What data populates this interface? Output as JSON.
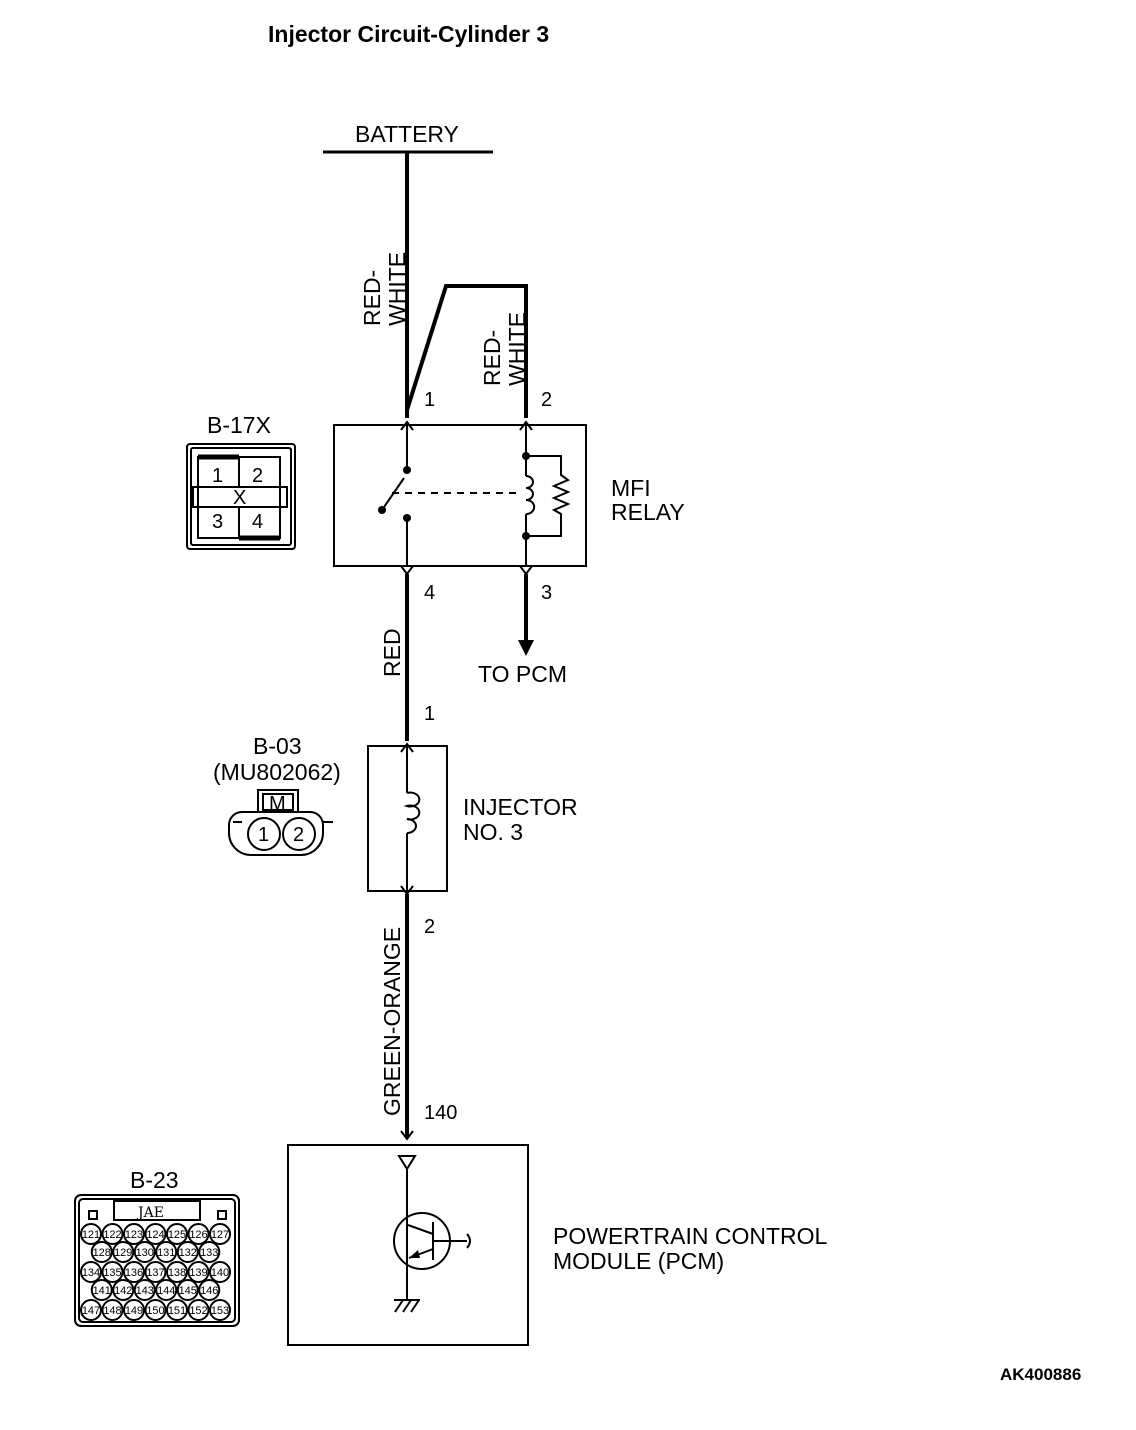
{
  "title": "Injector Circuit-Cylinder 3",
  "battery_label": "BATTERY",
  "wires": {
    "battery_to_relay_pin1": "RED-\nWHITE",
    "battery_to_relay_pin2": "RED-\nWHITE",
    "relay_to_injector": "RED",
    "injector_to_pcm": "GREEN-ORANGE"
  },
  "relay": {
    "name_line1": "MFI",
    "name_line2": "RELAY",
    "pins": [
      "1",
      "2",
      "4",
      "3"
    ],
    "to_pcm": "TO PCM"
  },
  "relay_connector": {
    "code": "B-17X",
    "pins": [
      "1",
      "2",
      "3",
      "4"
    ],
    "key": "X"
  },
  "injector": {
    "name_line1": "INJECTOR",
    "name_line2": "NO. 3",
    "pins": [
      "1",
      "2"
    ]
  },
  "injector_connector": {
    "code": "B-03",
    "part": "(MU802062)",
    "key": "M",
    "pins": [
      "1",
      "2"
    ]
  },
  "pcm": {
    "name_line1": "POWERTRAIN CONTROL",
    "name_line2": "MODULE (PCM)",
    "pin": "140"
  },
  "pcm_connector": {
    "code": "B-23",
    "maker": "JAE",
    "rows": [
      [
        "121",
        "122",
        "123",
        "124",
        "125",
        "126",
        "127"
      ],
      [
        "128",
        "129",
        "130",
        "131",
        "132",
        "133"
      ],
      [
        "134",
        "135",
        "136",
        "137",
        "138",
        "139",
        "140"
      ],
      [
        "141",
        "142",
        "143",
        "144",
        "145",
        "146"
      ],
      [
        "147",
        "148",
        "149",
        "150",
        "151",
        "152",
        "153"
      ]
    ]
  },
  "figure_code": "AK400886"
}
